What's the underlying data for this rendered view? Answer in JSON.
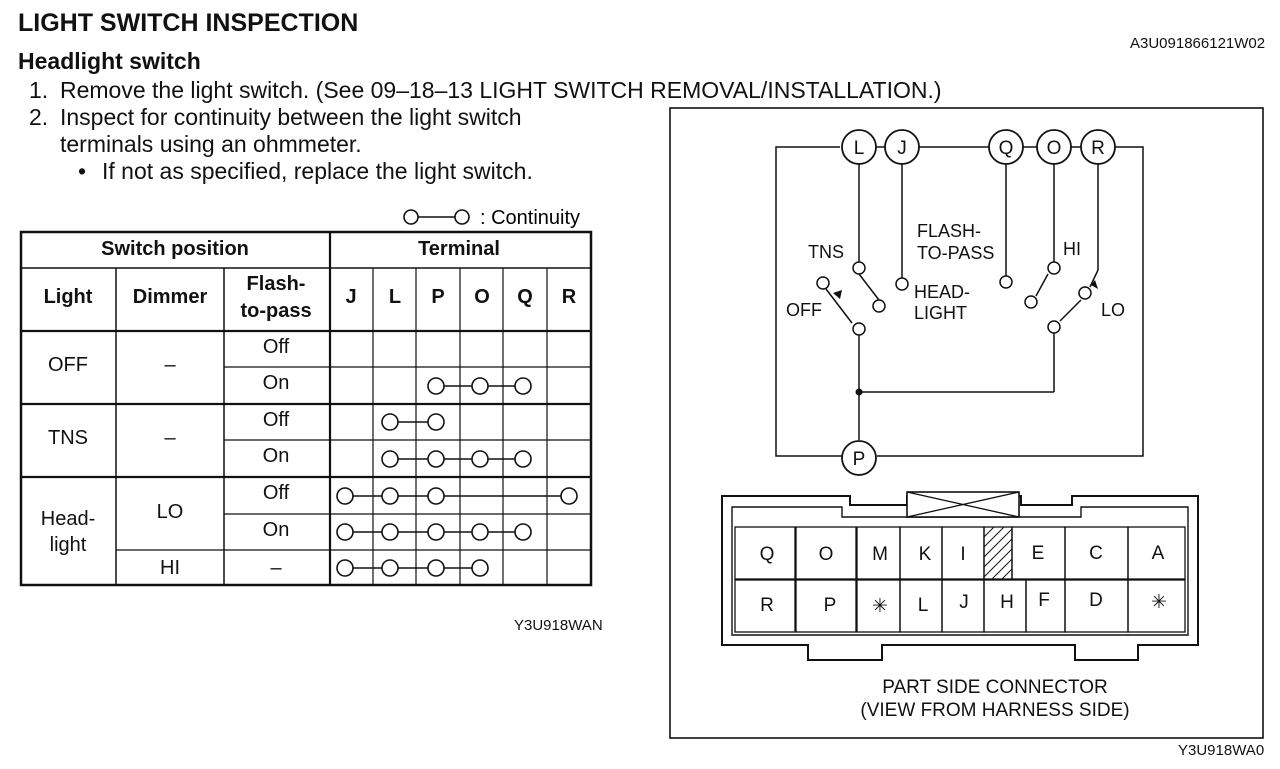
{
  "header": {
    "title": "LIGHT SWITCH INSPECTION",
    "doc_code": "A3U091866121W02",
    "subtitle": "Headlight switch"
  },
  "steps": [
    {
      "num": "1.",
      "text": "Remove the light switch. (See 09–18–13 LIGHT SWITCH REMOVAL/INSTALLATION.)"
    },
    {
      "num": "2.",
      "text": "Inspect for continuity between the light switch",
      "text2": "terminals using an ohmmeter."
    }
  ],
  "bullet": {
    "mark": "•",
    "text": "If not as specified, replace the light switch."
  },
  "legend": {
    "text": ": Continuity"
  },
  "table": {
    "group_headers": {
      "switch_position": "Switch position",
      "terminal": "Terminal"
    },
    "sub_headers": {
      "light": "Light",
      "dimmer": "Dimmer",
      "flash1": "Flash-",
      "flash2": "to-pass"
    },
    "terminals": [
      "J",
      "L",
      "P",
      "O",
      "Q",
      "R"
    ],
    "light_groups": [
      {
        "label": "OFF",
        "label2": ""
      },
      {
        "label": "TNS",
        "label2": ""
      },
      {
        "label": "Head-",
        "label2": "light"
      }
    ],
    "dimmer_cells": [
      "–",
      "–",
      "LO",
      "HI"
    ],
    "rows": [
      {
        "flash": "Off",
        "continuity": []
      },
      {
        "flash": "On",
        "continuity": [
          "P",
          "O",
          "Q"
        ]
      },
      {
        "flash": "Off",
        "continuity": [
          "L",
          "P"
        ]
      },
      {
        "flash": "On",
        "continuity": [
          "L",
          "P",
          "O",
          "Q"
        ]
      },
      {
        "flash": "Off",
        "continuity": [
          "J",
          "L",
          "P",
          "R"
        ]
      },
      {
        "flash": "On",
        "continuity": [
          "J",
          "L",
          "P",
          "O",
          "Q"
        ]
      },
      {
        "flash": "–",
        "continuity": [
          "J",
          "L",
          "P",
          "O"
        ]
      }
    ],
    "code": "Y3U918WAN"
  },
  "diagram": {
    "terminal_labels": {
      "L": "L",
      "J": "J",
      "Q": "Q",
      "O": "O",
      "R": "R",
      "P": "P"
    },
    "switch_labels": {
      "tns": "TNS",
      "off": "OFF",
      "flash1": "FLASH-",
      "flash2": "TO-PASS",
      "head1": "HEAD-",
      "head2": "LIGHT",
      "hi": "HI",
      "lo": "LO"
    },
    "connector_top": [
      "Q",
      "O",
      "M",
      "K",
      "I",
      "E",
      "C",
      "A"
    ],
    "connector_bottom": [
      "R",
      "P",
      "✳",
      "L",
      "J",
      "H",
      "F",
      "D",
      "✳"
    ],
    "caption1": "PART SIDE CONNECTOR",
    "caption2": "(VIEW FROM HARNESS SIDE)",
    "code": "Y3U918WA0"
  }
}
